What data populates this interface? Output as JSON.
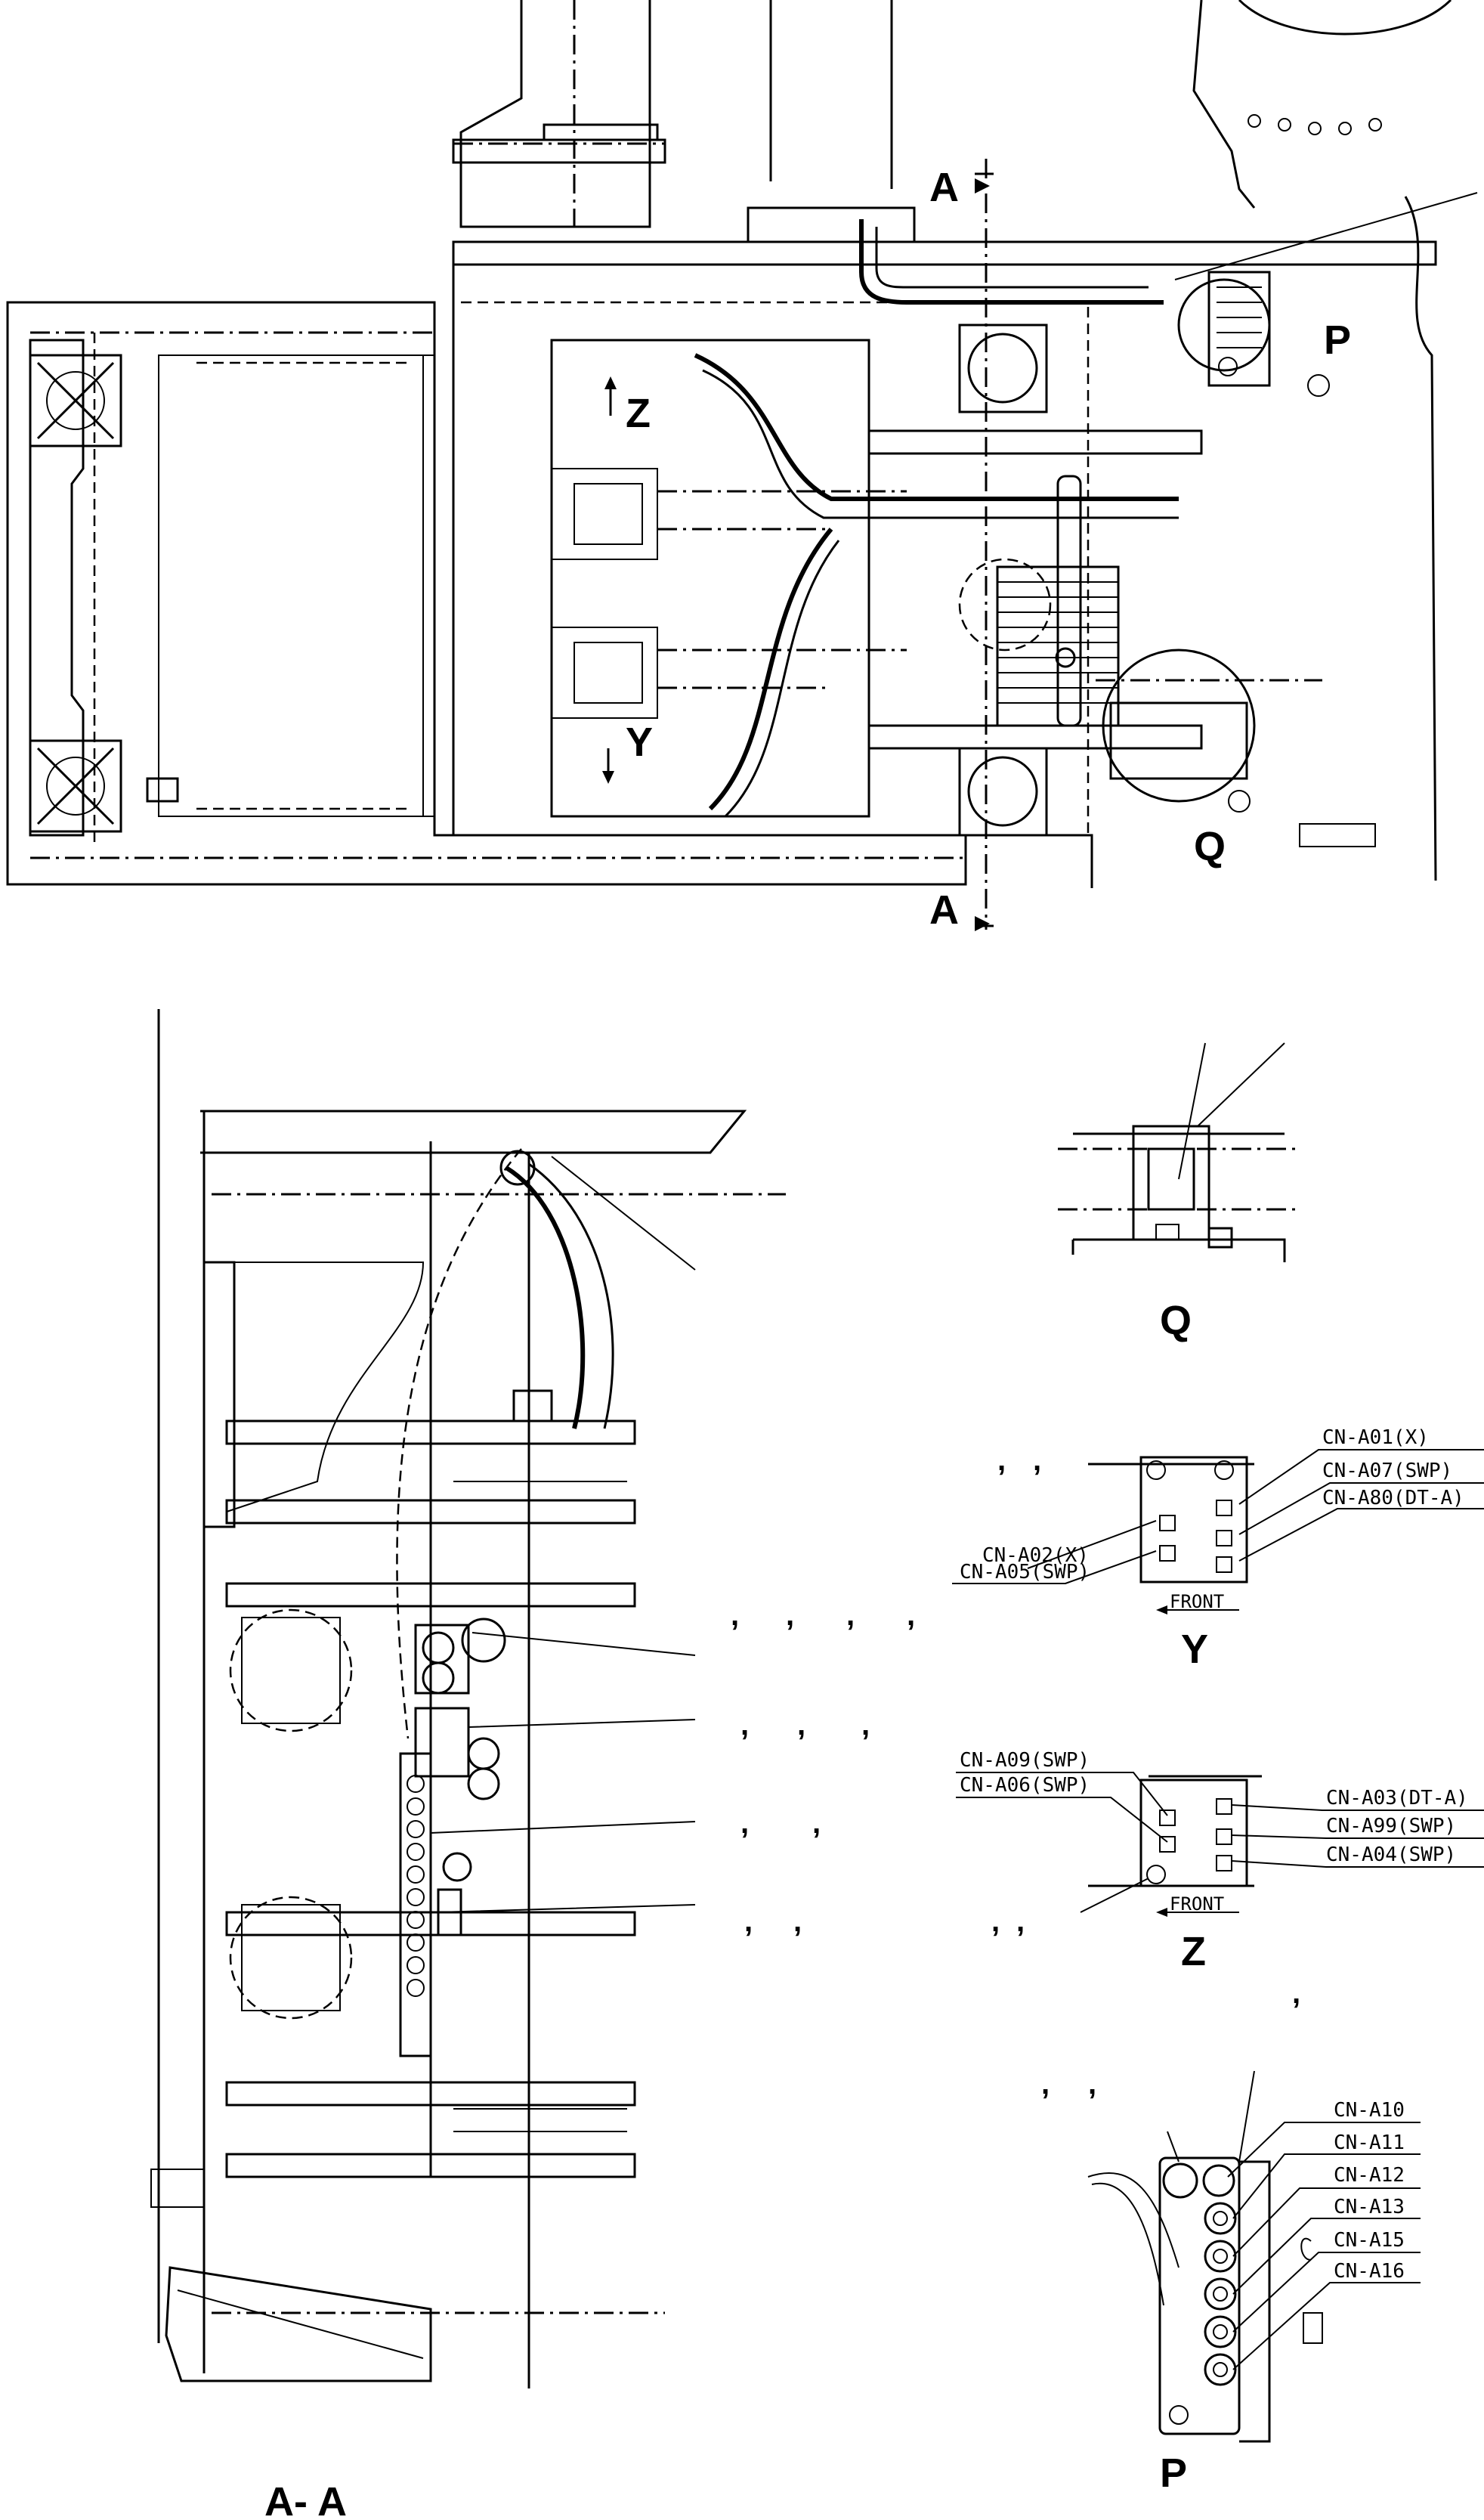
{
  "views": {
    "main_view_labels": {
      "section_a_top": "A",
      "section_a_bottom": "A",
      "view_p": "P",
      "view_z": "Z",
      "view_y": "Y",
      "view_q": "Q"
    },
    "section_aa": {
      "title": "A- A"
    },
    "detail_q": {
      "title": "Q"
    },
    "detail_y": {
      "title": "Y",
      "front": "FRONT",
      "connectors_right": [
        "CN-A01(X)",
        "CN-A07(SWP)",
        "CN-A80(DT-A)"
      ],
      "connectors_left": [
        "CN-A02(X)",
        "CN-A05(SWP)"
      ]
    },
    "detail_z": {
      "title": "Z",
      "front": "FRONT",
      "connectors_left": [
        "CN-A09(SWP)",
        "CN-A06(SWP)"
      ],
      "connectors_right": [
        "CN-A03(DT-A)",
        "CN-A99(SWP)",
        "CN-A04(SWP)"
      ]
    },
    "detail_p": {
      "title": "P",
      "connectors": [
        "CN-A10",
        "CN-A11",
        "CN-A12",
        "CN-A13",
        "CN-A15",
        "CN-A16"
      ]
    }
  },
  "commas": {
    "row1": [
      ",",
      ","
    ],
    "row2": [
      ",",
      ",",
      ",",
      ","
    ],
    "row3": [
      ",",
      ",",
      ","
    ],
    "row4": [
      ",",
      ","
    ],
    "row5": [
      ",",
      ",",
      ",",
      ","
    ],
    "row6": [
      ","
    ],
    "row7": [
      ",",
      ","
    ]
  }
}
